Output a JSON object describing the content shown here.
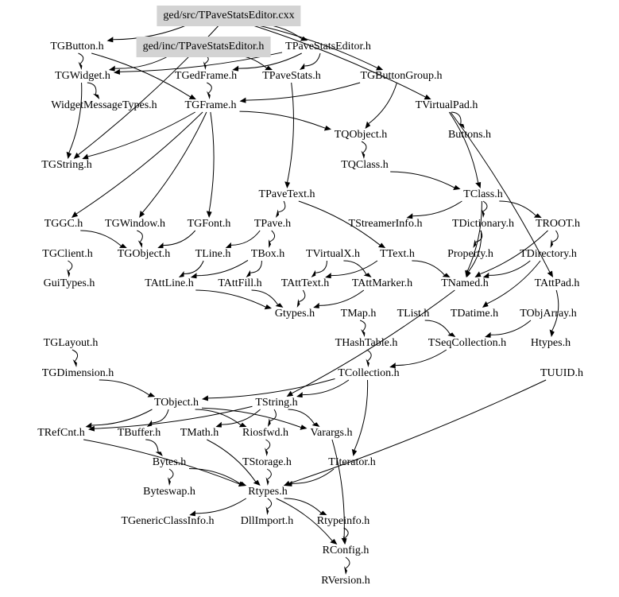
{
  "title": "ged/src/TPaveStatsEditor.cxx include dependency graph",
  "colors": {
    "highlight": "#d3d3d3",
    "line": "#000000"
  },
  "nodes": [
    {
      "id": "cxx",
      "label": "ged/src/TPaveStatsEditor.cxx",
      "highlight": true
    },
    {
      "id": "TGButton",
      "label": "TGButton.h"
    },
    {
      "id": "incEditor",
      "label": "ged/inc/TPaveStatsEditor.h",
      "highlight": true
    },
    {
      "id": "TPaveStatsEditor",
      "label": "TPaveStatsEditor.h"
    },
    {
      "id": "TGWidget",
      "label": "TGWidget.h"
    },
    {
      "id": "TGedFrame",
      "label": "TGedFrame.h"
    },
    {
      "id": "TPaveStats",
      "label": "TPaveStats.h"
    },
    {
      "id": "TGButtonGroup",
      "label": "TGButtonGroup.h"
    },
    {
      "id": "WidgetMessageTypes",
      "label": "WidgetMessageTypes.h"
    },
    {
      "id": "TGFrame",
      "label": "TGFrame.h"
    },
    {
      "id": "TVirtualPad",
      "label": "TVirtualPad.h"
    },
    {
      "id": "TQObject",
      "label": "TQObject.h"
    },
    {
      "id": "Buttons",
      "label": "Buttons.h"
    },
    {
      "id": "TGString",
      "label": "TGString.h"
    },
    {
      "id": "TQClass",
      "label": "TQClass.h"
    },
    {
      "id": "TPaveText",
      "label": "TPaveText.h"
    },
    {
      "id": "TClass",
      "label": "TClass.h"
    },
    {
      "id": "TGGC",
      "label": "TGGC.h"
    },
    {
      "id": "TGWindow",
      "label": "TGWindow.h"
    },
    {
      "id": "TGFont",
      "label": "TGFont.h"
    },
    {
      "id": "TPave",
      "label": "TPave.h"
    },
    {
      "id": "TStreamerInfo",
      "label": "TStreamerInfo.h"
    },
    {
      "id": "TDictionary",
      "label": "TDictionary.h"
    },
    {
      "id": "TROOT",
      "label": "TROOT.h"
    },
    {
      "id": "TGClient",
      "label": "TGClient.h"
    },
    {
      "id": "TGObject",
      "label": "TGObject.h"
    },
    {
      "id": "TLine",
      "label": "TLine.h"
    },
    {
      "id": "TBox",
      "label": "TBox.h"
    },
    {
      "id": "TVirtualX",
      "label": "TVirtualX.h"
    },
    {
      "id": "TText",
      "label": "TText.h"
    },
    {
      "id": "Property",
      "label": "Property.h"
    },
    {
      "id": "TDirectory",
      "label": "TDirectory.h"
    },
    {
      "id": "GuiTypes",
      "label": "GuiTypes.h"
    },
    {
      "id": "TAttLine",
      "label": "TAttLine.h"
    },
    {
      "id": "TAttFill",
      "label": "TAttFill.h"
    },
    {
      "id": "TAttText",
      "label": "TAttText.h"
    },
    {
      "id": "TAttMarker",
      "label": "TAttMarker.h"
    },
    {
      "id": "TNamed",
      "label": "TNamed.h"
    },
    {
      "id": "TAttPad",
      "label": "TAttPad.h"
    },
    {
      "id": "Gtypes",
      "label": "Gtypes.h"
    },
    {
      "id": "TMap",
      "label": "TMap.h"
    },
    {
      "id": "TList",
      "label": "TList.h"
    },
    {
      "id": "TDatime",
      "label": "TDatime.h"
    },
    {
      "id": "TObjArray",
      "label": "TObjArray.h"
    },
    {
      "id": "TGLayout",
      "label": "TGLayout.h"
    },
    {
      "id": "THashTable",
      "label": "THashTable.h"
    },
    {
      "id": "TSeqCollection",
      "label": "TSeqCollection.h"
    },
    {
      "id": "Htypes",
      "label": "Htypes.h"
    },
    {
      "id": "TGDimension",
      "label": "TGDimension.h"
    },
    {
      "id": "TCollection",
      "label": "TCollection.h"
    },
    {
      "id": "TUUID",
      "label": "TUUID.h"
    },
    {
      "id": "TObject",
      "label": "TObject.h"
    },
    {
      "id": "TString",
      "label": "TString.h"
    },
    {
      "id": "TRefCnt",
      "label": "TRefCnt.h"
    },
    {
      "id": "TBuffer",
      "label": "TBuffer.h"
    },
    {
      "id": "TMath",
      "label": "TMath.h"
    },
    {
      "id": "Riosfwd",
      "label": "Riosfwd.h"
    },
    {
      "id": "Varargs",
      "label": "Varargs.h"
    },
    {
      "id": "Bytes",
      "label": "Bytes.h"
    },
    {
      "id": "TStorage",
      "label": "TStorage.h"
    },
    {
      "id": "TIterator",
      "label": "TIterator.h"
    },
    {
      "id": "Byteswap",
      "label": "Byteswap.h"
    },
    {
      "id": "Rtypes",
      "label": "Rtypes.h"
    },
    {
      "id": "TGenericClassInfo",
      "label": "TGenericClassInfo.h"
    },
    {
      "id": "DllImport",
      "label": "DllImport.h"
    },
    {
      "id": "Rtypeinfo",
      "label": "Rtypeinfo.h"
    },
    {
      "id": "RConfig",
      "label": "RConfig.h"
    },
    {
      "id": "RVersion",
      "label": "RVersion.h"
    }
  ],
  "edges": [
    [
      "cxx",
      "TGButton"
    ],
    [
      "cxx",
      "TPaveStatsEditor"
    ],
    [
      "cxx",
      "TGButtonGroup"
    ],
    [
      "cxx",
      "TVirtualPad"
    ],
    [
      "cxx",
      "TGString"
    ],
    [
      "incEditor",
      "TGWidget"
    ],
    [
      "incEditor",
      "TGedFrame"
    ],
    [
      "incEditor",
      "TPaveStats"
    ],
    [
      "TGButton",
      "TGWidget"
    ],
    [
      "TGButton",
      "TGFrame"
    ],
    [
      "TPaveStatsEditor",
      "TGWidget"
    ],
    [
      "TPaveStatsEditor",
      "TPaveStats"
    ],
    [
      "TPaveStatsEditor",
      "TGedFrame"
    ],
    [
      "TGWidget",
      "WidgetMessageTypes"
    ],
    [
      "TGWidget",
      "TGString"
    ],
    [
      "TGedFrame",
      "TGFrame"
    ],
    [
      "TPaveStats",
      "TPaveText"
    ],
    [
      "TGButtonGroup",
      "TGFrame"
    ],
    [
      "TGButtonGroup",
      "TQObject"
    ],
    [
      "TGFrame",
      "TQObject"
    ],
    [
      "TGFrame",
      "TGString"
    ],
    [
      "TGFrame",
      "TGWindow"
    ],
    [
      "TGFrame",
      "TGGC"
    ],
    [
      "TGFrame",
      "TGFont"
    ],
    [
      "TVirtualPad",
      "Buttons"
    ],
    [
      "TVirtualPad",
      "TClass"
    ],
    [
      "TVirtualPad",
      "TAttPad"
    ],
    [
      "TQObject",
      "TQClass"
    ],
    [
      "TQClass",
      "TClass"
    ],
    [
      "TPaveText",
      "TPave"
    ],
    [
      "TPaveText",
      "TText"
    ],
    [
      "TClass",
      "TStreamerInfo"
    ],
    [
      "TClass",
      "TDictionary"
    ],
    [
      "TClass",
      "TROOT"
    ],
    [
      "TClass",
      "TNamed"
    ],
    [
      "TGWindow",
      "TGObject"
    ],
    [
      "TGGC",
      "TGObject"
    ],
    [
      "TGFont",
      "TGObject"
    ],
    [
      "TPave",
      "TBox"
    ],
    [
      "TPave",
      "TLine"
    ],
    [
      "TDictionary",
      "Property"
    ],
    [
      "TDictionary",
      "TNamed"
    ],
    [
      "TROOT",
      "TDirectory"
    ],
    [
      "TROOT",
      "TNamed"
    ],
    [
      "TGClient",
      "GuiTypes"
    ],
    [
      "TBox",
      "TAttFill"
    ],
    [
      "TBox",
      "TAttLine"
    ],
    [
      "TLine",
      "TAttLine"
    ],
    [
      "TText",
      "TAttText"
    ],
    [
      "TText",
      "TNamed"
    ],
    [
      "TVirtualX",
      "TAttMarker"
    ],
    [
      "TVirtualX",
      "TAttText"
    ],
    [
      "TAttFill",
      "Gtypes"
    ],
    [
      "TAttText",
      "Gtypes"
    ],
    [
      "TAttLine",
      "Gtypes"
    ],
    [
      "TAttMarker",
      "Gtypes"
    ],
    [
      "TDirectory",
      "TNamed"
    ],
    [
      "TDirectory",
      "TDatime"
    ],
    [
      "TMap",
      "THashTable"
    ],
    [
      "TList",
      "TSeqCollection"
    ],
    [
      "THashTable",
      "TCollection"
    ],
    [
      "TSeqCollection",
      "TCollection"
    ],
    [
      "TAttPad",
      "Htypes"
    ],
    [
      "TObjArray",
      "TSeqCollection"
    ],
    [
      "TGLayout",
      "TGDimension"
    ],
    [
      "TGDimension",
      "TObject"
    ],
    [
      "TCollection",
      "TObject"
    ],
    [
      "TCollection",
      "TString"
    ],
    [
      "TCollection",
      "TIterator"
    ],
    [
      "TUUID",
      "Rtypes"
    ],
    [
      "TNamed",
      "TString"
    ],
    [
      "TObject",
      "TRefCnt"
    ],
    [
      "TObject",
      "TBuffer"
    ],
    [
      "TObject",
      "Riosfwd"
    ],
    [
      "TObject",
      "Varargs"
    ],
    [
      "TString",
      "TMath"
    ],
    [
      "TString",
      "Riosfwd"
    ],
    [
      "TString",
      "TRefCnt"
    ],
    [
      "TString",
      "Varargs"
    ],
    [
      "TBuffer",
      "Bytes"
    ],
    [
      "TMath",
      "Rtypes"
    ],
    [
      "Riosfwd",
      "TStorage"
    ],
    [
      "Bytes",
      "Rtypes"
    ],
    [
      "Bytes",
      "Byteswap"
    ],
    [
      "TStorage",
      "Rtypes"
    ],
    [
      "TIterator",
      "Rtypes"
    ],
    [
      "TRefCnt",
      "Rtypes"
    ],
    [
      "Rtypes",
      "TGenericClassInfo"
    ],
    [
      "Rtypes",
      "DllImport"
    ],
    [
      "Rtypes",
      "Rtypeinfo"
    ],
    [
      "Rtypes",
      "RConfig"
    ],
    [
      "Rtypeinfo",
      "RConfig"
    ],
    [
      "RConfig",
      "RVersion"
    ],
    [
      "Varargs",
      "RConfig"
    ]
  ]
}
